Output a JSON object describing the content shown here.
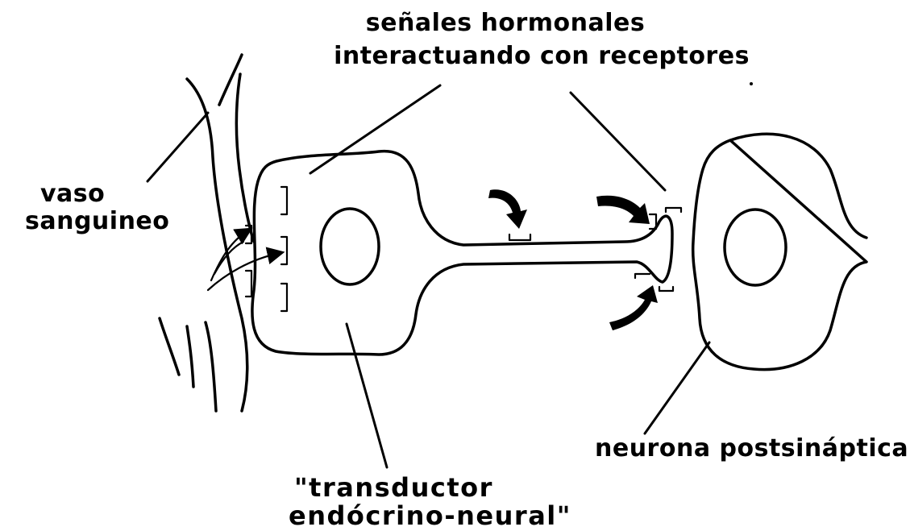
{
  "labels": {
    "hormonal_signals_line1": "señales hormonales",
    "hormonal_signals_line2": "interactuando con receptores",
    "blood_vessel_line1": "vaso",
    "blood_vessel_line2": "sanguineo",
    "transducer_line1": "\"transductor",
    "transducer_line2": "endócrino-neural\"",
    "postsynaptic_neuron": "neurona postsináptica"
  },
  "colors": {
    "ink": "#000000",
    "background": "#ffffff"
  }
}
